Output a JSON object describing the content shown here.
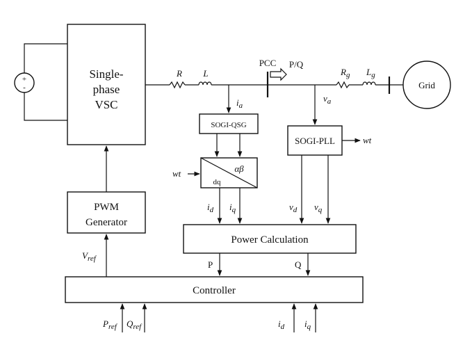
{
  "blocks": {
    "vsc_line1": "Single-",
    "vsc_line2": "phase",
    "vsc_line3": "VSC",
    "pwm_line1": "PWM",
    "pwm_line2": "Generator",
    "sogi_qsg": "SOGI-QSG",
    "sogi_pll": "SOGI-PLL",
    "power_calc": "Power Calculation",
    "controller": "Controller",
    "grid": "Grid",
    "transform_in": "αβ",
    "transform_out": "dq"
  },
  "labels": {
    "R": "R",
    "L": "L",
    "Rg": "R",
    "Rg_sub": "g",
    "Lg": "L",
    "Lg_sub": "g",
    "pcc": "PCC",
    "pq_flow": "P/Q",
    "ia": "i",
    "ia_sub": "a",
    "va": "v",
    "va_sub": "a",
    "wt_pll": "wt",
    "wt_in": "wt",
    "id": "i",
    "id_sub": "d",
    "iq": "i",
    "iq_sub": "q",
    "vd": "v",
    "vd_sub": "d",
    "vq": "v",
    "vq_sub": "q",
    "vref": "V",
    "vref_sub": "ref",
    "P": "P",
    "Q": "Q",
    "pref": "P",
    "pref_sub": "ref",
    "qref": "Q",
    "qref_sub": "ref",
    "id_in": "i",
    "id_in_sub": "d",
    "iq_in": "i",
    "iq_in_sub": "q",
    "source_plus": "+",
    "source_minus": "-"
  }
}
